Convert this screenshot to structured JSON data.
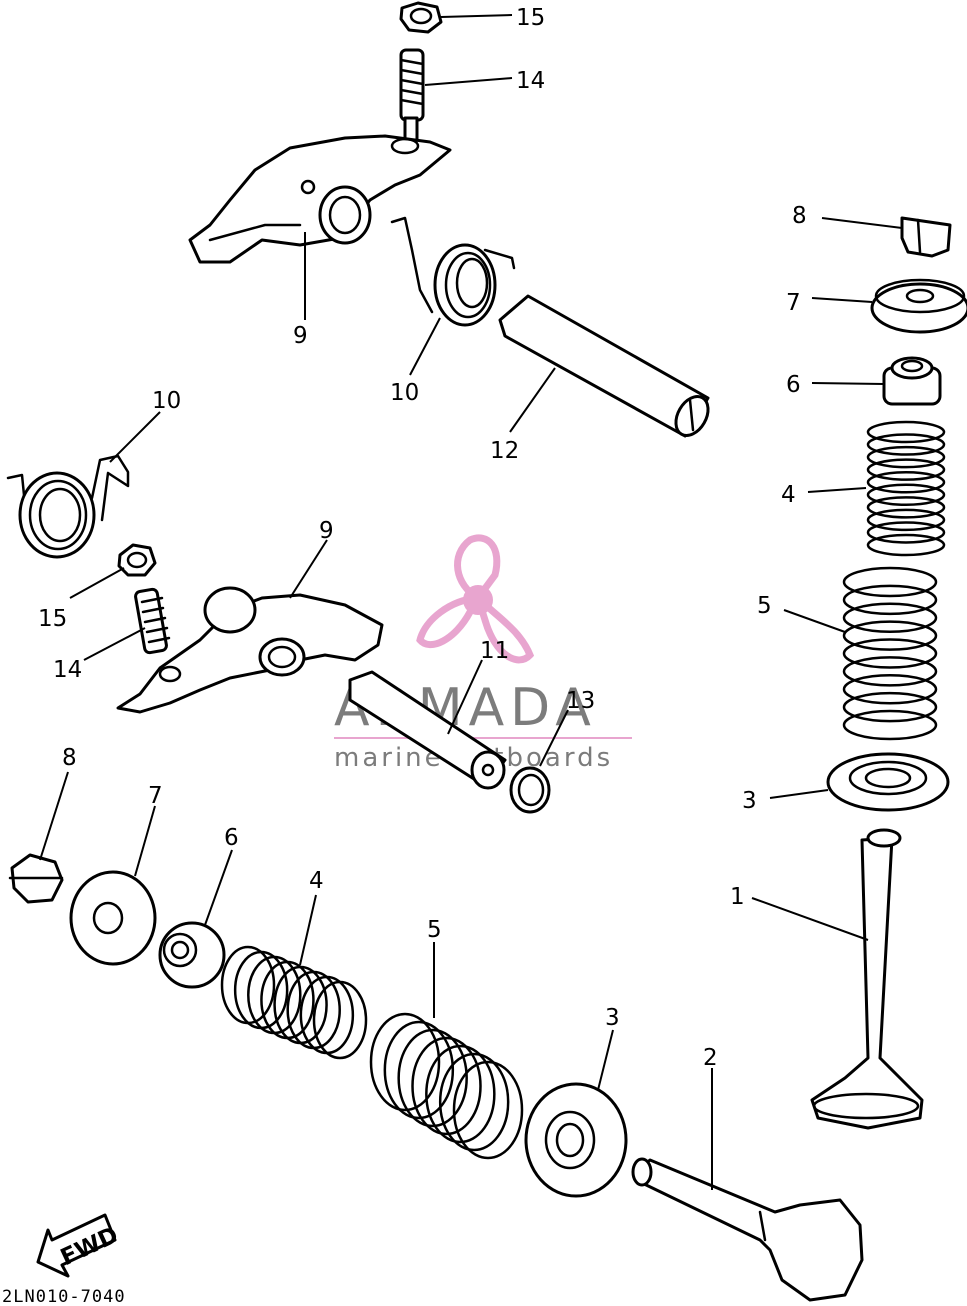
{
  "diagram_code": "2LN010-7040",
  "fwd_label": "FWD",
  "watermark": {
    "brand": "ARMADA",
    "tagline": "marine outboards",
    "accent_color": "#e8a5cf"
  },
  "callouts": [
    {
      "id": "c15a",
      "label": "15"
    },
    {
      "id": "c14a",
      "label": "14"
    },
    {
      "id": "c9a",
      "label": "9"
    },
    {
      "id": "c10a",
      "label": "10"
    },
    {
      "id": "c12",
      "label": "12"
    },
    {
      "id": "c8a",
      "label": "8"
    },
    {
      "id": "c7a",
      "label": "7"
    },
    {
      "id": "c6a",
      "label": "6"
    },
    {
      "id": "c4a",
      "label": "4"
    },
    {
      "id": "c5a",
      "label": "5"
    },
    {
      "id": "c3a",
      "label": "3"
    },
    {
      "id": "c1",
      "label": "1"
    },
    {
      "id": "c10b",
      "label": "10"
    },
    {
      "id": "c9b",
      "label": "9"
    },
    {
      "id": "c15b",
      "label": "15"
    },
    {
      "id": "c14b",
      "label": "14"
    },
    {
      "id": "c11",
      "label": "11"
    },
    {
      "id": "c13",
      "label": "13"
    },
    {
      "id": "c8b",
      "label": "8"
    },
    {
      "id": "c7b",
      "label": "7"
    },
    {
      "id": "c6b",
      "label": "6"
    },
    {
      "id": "c4b",
      "label": "4"
    },
    {
      "id": "c5b",
      "label": "5"
    },
    {
      "id": "c3b",
      "label": "3"
    },
    {
      "id": "c2",
      "label": "2"
    }
  ]
}
